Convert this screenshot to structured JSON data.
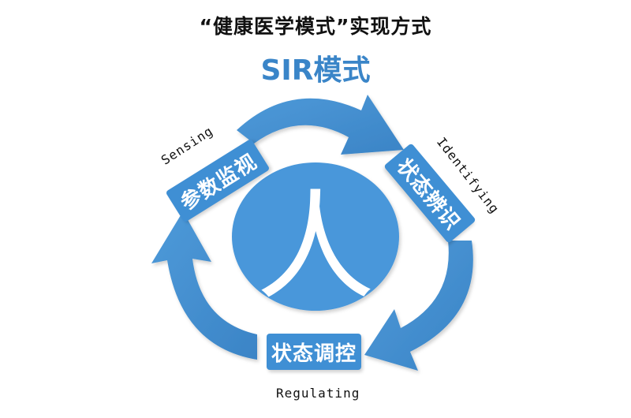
{
  "title": "“健康医学模式”实现方式",
  "subtitle": "SIR模式",
  "center": {
    "text": "人"
  },
  "steps": [
    {
      "label_cn": "参数监视",
      "label_en": "Sensing"
    },
    {
      "label_cn": "状态辨识",
      "label_en": "Identifying"
    },
    {
      "label_cn": "状态调控",
      "label_en": "Regulating"
    }
  ],
  "colors": {
    "primary": "#3f8fd4",
    "circle": "#4a97da",
    "title": "#111111",
    "subtitle": "#3a85c8"
  }
}
